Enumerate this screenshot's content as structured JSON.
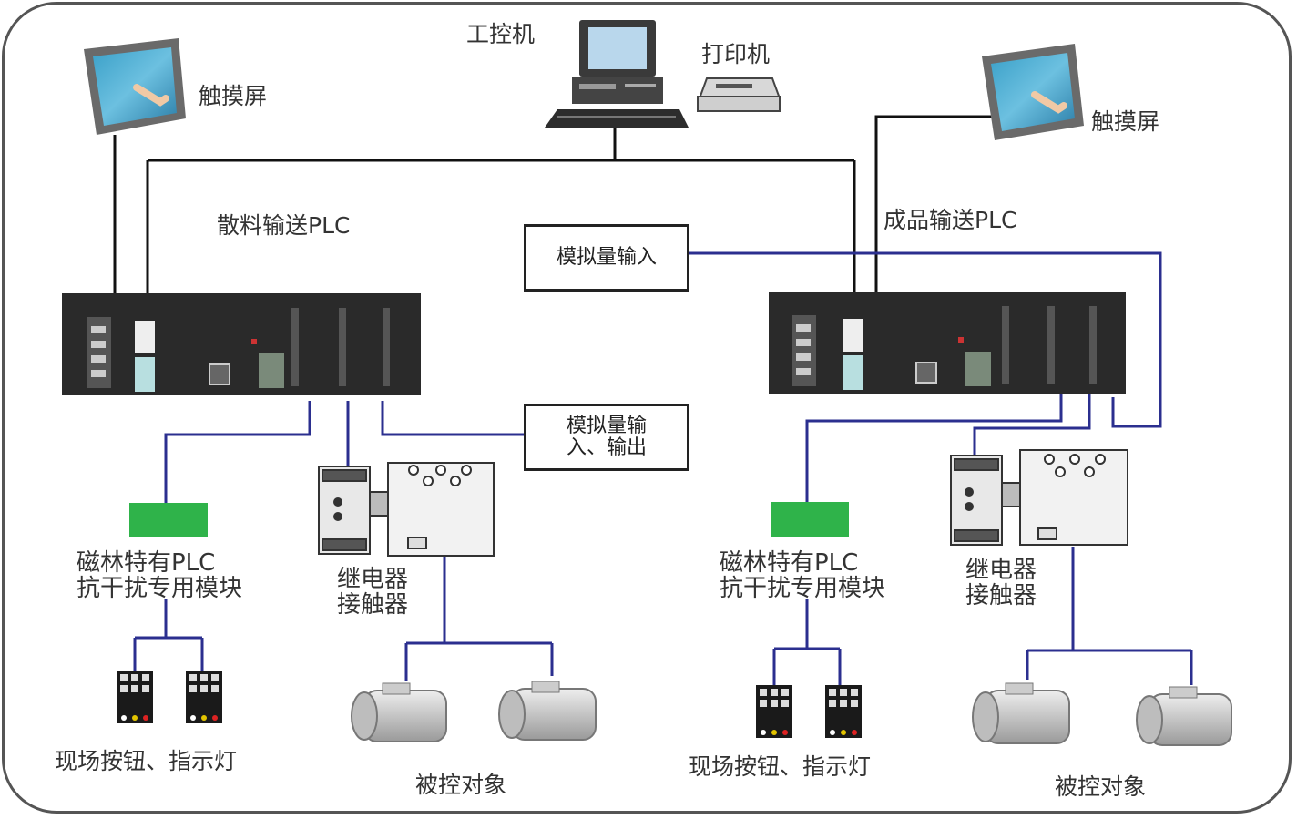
{
  "top": {
    "ipc_label": "工控机",
    "printer_label": "打印机",
    "touch_left_label": "触摸屏",
    "touch_right_label": "触摸屏"
  },
  "left": {
    "plc_label": "散料输送PLC",
    "module_label": "磁林特有PLC\n抗干扰专用模块",
    "relay_label": "继电器\n接触器",
    "buttons_label": "现场按钮、指示灯",
    "motors_label": "被控对象"
  },
  "middle": {
    "analog_in_label": "模拟量输入",
    "analog_io_label": "模拟量输\n入、输出"
  },
  "right": {
    "plc_label": "成品输送PLC",
    "module_label": "磁林特有PLC\n抗干扰专用模块",
    "relay_label": "继电器\n接触器",
    "buttons_label": "现场按钮、指示灯",
    "motors_label": "被控对象"
  },
  "colors": {
    "black_line": "#111111",
    "blue_line": "#2b2f8f",
    "module_green": "#2fb34a",
    "plc_body": "#2a2a2a"
  }
}
